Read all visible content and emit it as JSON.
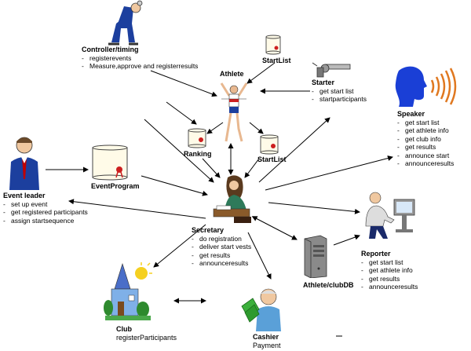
{
  "nodes": {
    "controller": {
      "title": "Controller/timing",
      "items": [
        "registerevents",
        "Measure,approve and registerresults"
      ]
    },
    "startlist_top": {
      "title": "StartList"
    },
    "athlete": {
      "title": "Athlete"
    },
    "starter": {
      "title": "Starter",
      "items": [
        "get start list",
        "startparticipants"
      ]
    },
    "speaker": {
      "title": "Speaker",
      "items": [
        "get start list",
        "get athlete info",
        "get club info",
        "get results",
        "announce start",
        "announceresults"
      ]
    },
    "ranking": {
      "title": "Ranking"
    },
    "startlist_mid": {
      "title": "StartList"
    },
    "eventprogram": {
      "title": "EventProgram"
    },
    "eventleader": {
      "title": "Event leader",
      "items": [
        "set up event",
        "get registered participants",
        "assign startsequence"
      ]
    },
    "secretary": {
      "title": "Secretary",
      "items": [
        "do registration",
        "deliver start vests",
        "get results",
        "announceresults"
      ]
    },
    "reporter": {
      "title": "Reporter",
      "items": [
        "get start list",
        "get athlete info",
        "get results",
        "announceresults"
      ]
    },
    "db": {
      "title": "Athlete/clubDB"
    },
    "club": {
      "title": "Club",
      "subtitle": "registerParticipants"
    },
    "cashier": {
      "title": "Cashier",
      "subtitle": "Payment"
    }
  },
  "icons": {
    "controller": "running-man-stopwatch-icon",
    "startlist_top": "scroll-icon",
    "athlete": "runner-icon",
    "starter": "starter-pistol-icon",
    "speaker": "speaking-head-icon",
    "ranking": "scroll-icon",
    "startlist_mid": "scroll-icon",
    "eventprogram": "scroll-icon",
    "eventleader": "businessman-icon",
    "secretary": "woman-writing-icon",
    "reporter": "computer-user-icon",
    "db": "server-tower-icon",
    "club": "house-icon",
    "cashier": "man-with-money-icon"
  },
  "colors": {
    "line": "#000000",
    "accent_red": "#cc1f1f",
    "speaker_blue": "#1a3fd6",
    "tie_red": "#c00000"
  }
}
